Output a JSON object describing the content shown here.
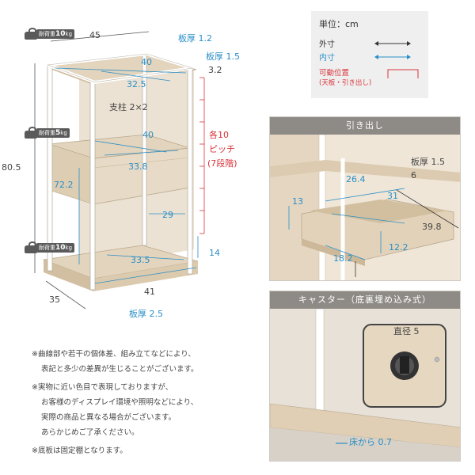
{
  "legend": {
    "unit": "単位：cm",
    "outer": "外寸",
    "inner": "内寸",
    "movable_1": "可動位置",
    "movable_2": "(天板・引き出し)"
  },
  "weights": {
    "top": {
      "prefix": "耐荷重",
      "value": "10",
      "unit": "kg"
    },
    "middle": {
      "prefix": "耐荷重",
      "value": "5",
      "unit": "kg"
    },
    "bottom": {
      "prefix": "耐荷重",
      "value": "10",
      "unit": "kg"
    }
  },
  "dimensions": {
    "width": "45",
    "top_thickness": "板厚 1.2",
    "shelf_thickness": "板厚 1.5",
    "top_offset": "3.2",
    "top_inner_width": "40",
    "top_inner_depth": "32.5",
    "post": "支柱 2×2",
    "pitch_1": "各10",
    "pitch_2": "ピッチ",
    "pitch_3": "(7段階)",
    "height": "80.5",
    "mid_inner_width": "40",
    "drawer_inner": "33.8",
    "side_height": "72.2",
    "mid_gap": "29",
    "bottom_height": "14",
    "bottom_inner_depth": "33.5",
    "bottom_width": "41",
    "depth": "35",
    "base_thickness": "板厚 2.5"
  },
  "notes": [
    "※曲線部や若干の個体差、組み立てなどにより、",
    "表記と多少の差異が生じることがございます。",
    "※実物に近い色目で表現しておりますが、",
    "お客様のディスプレイ環境や照明などにより、",
    "実際の商品と異なる場合がございます。",
    "あらかじめご了承ください。",
    "※底板は固定棚となります。"
  ],
  "drawer_panel": {
    "title": "引き出し",
    "thickness": "板厚 1.5",
    "d1": "26.4",
    "d2": "6",
    "d3": "31",
    "d4": "13",
    "d5": "39.8",
    "d6": "12.2",
    "d7": "18.2"
  },
  "caster_panel": {
    "title": "キャスター（底裏埋め込み式）",
    "diameter": "直径 5",
    "clearance": "床から 0.7"
  },
  "colors": {
    "wood": "#e6d9c6",
    "wood_dark": "#c9b79c",
    "frame": "#ffffff",
    "frame_outline": "#b9b0a4",
    "accent_blue": "#2a8fc7",
    "accent_red": "#d8343a",
    "header_gray": "#8e8a85"
  }
}
